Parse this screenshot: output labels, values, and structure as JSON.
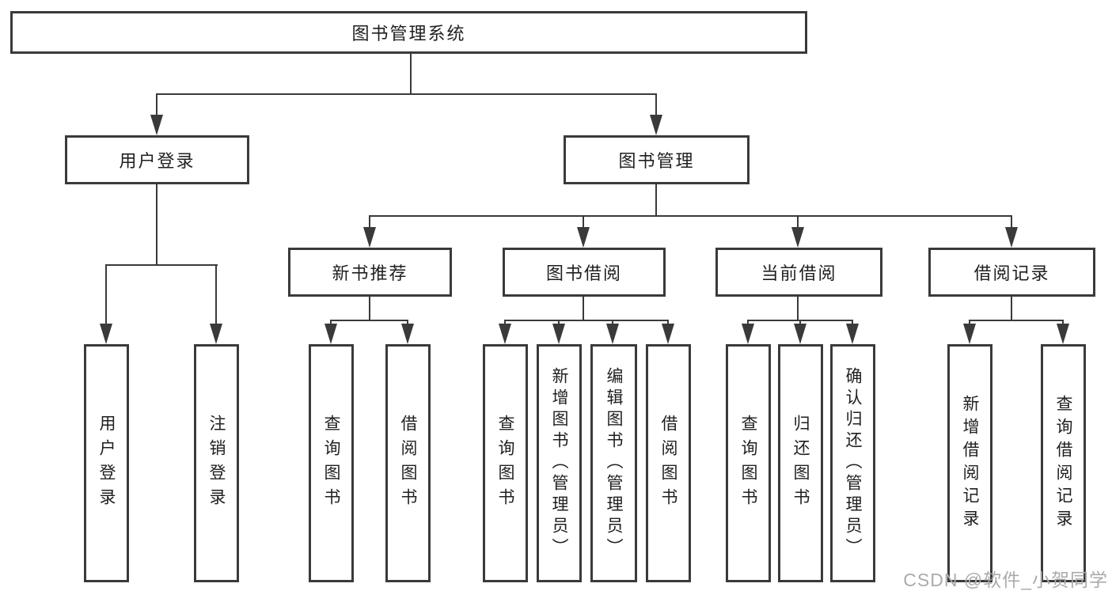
{
  "root": {
    "label": "图书管理系统"
  },
  "level2": {
    "user_login": {
      "label": "用户登录"
    },
    "book_management": {
      "label": "图书管理"
    }
  },
  "level3": {
    "new_book_recommend": {
      "label": "新书推荐"
    },
    "book_borrowing": {
      "label": "图书借阅"
    },
    "current_borrowing": {
      "label": "当前借阅"
    },
    "borrowing_records": {
      "label": "借阅记录"
    }
  },
  "leaves": {
    "user_login": {
      "label": "用户登录"
    },
    "logout": {
      "label": "注销登录"
    },
    "nbr_query_books": {
      "label": "查询图书"
    },
    "nbr_borrow_books": {
      "label": "借阅图书"
    },
    "bb_query_books": {
      "label": "查询图书"
    },
    "bb_add_books": {
      "label": "新增图书（管理员）"
    },
    "bb_edit_books": {
      "label": "编辑图书（管理员）"
    },
    "bb_borrow_books": {
      "label": "借阅图书"
    },
    "cb_query_books": {
      "label": "查询图书"
    },
    "cb_return_books": {
      "label": "归还图书"
    },
    "cb_confirm_return": {
      "label": "确认归还（管理员）"
    },
    "br_add_record": {
      "label": "新增借阅记录"
    },
    "br_query_record": {
      "label": "查询借阅记录"
    }
  },
  "watermark": {
    "text": "CSDN @软件_小贺同学"
  },
  "colors": {
    "line": "#3a3a3a",
    "text": "#1f1f1f",
    "watermark": "#ababab",
    "background": "#ffffff"
  }
}
